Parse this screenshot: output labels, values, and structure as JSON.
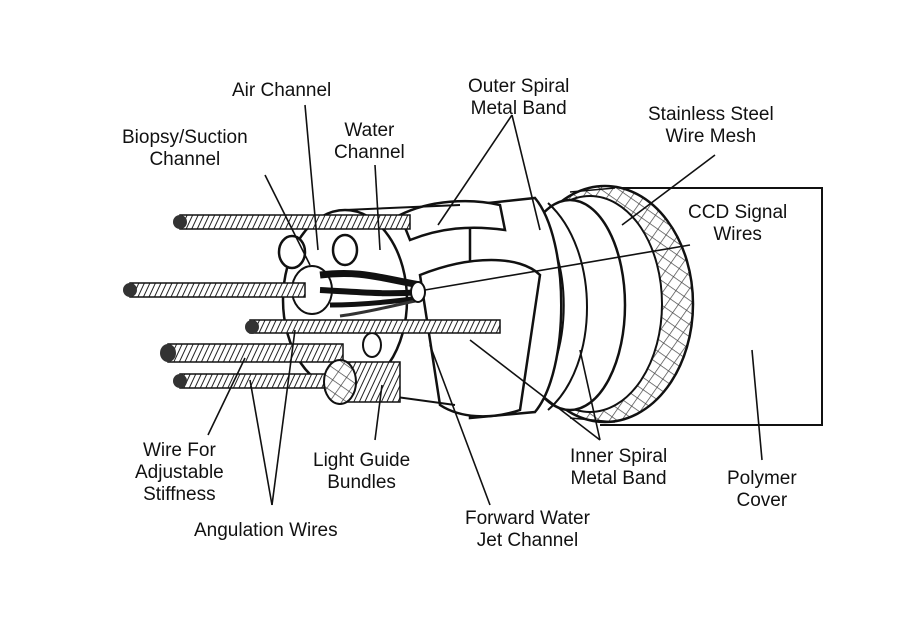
{
  "labels": {
    "air_channel": [
      "Air Channel"
    ],
    "outer_spiral": [
      "Outer Spiral",
      "Metal Band"
    ],
    "stainless": [
      "Stainless Steel",
      "Wire Mesh"
    ],
    "biopsy": [
      "Biopsy/Suction",
      "Channel"
    ],
    "water": [
      "Water",
      "Channel"
    ],
    "ccd": [
      "CCD Signal",
      "Wires"
    ],
    "stiffness": [
      "Wire For",
      "Adjustable",
      "Stiffness"
    ],
    "light_guide": [
      "Light Guide",
      "Bundles"
    ],
    "inner_spiral": [
      "Inner Spiral",
      "Metal Band"
    ],
    "polymer": [
      "Polymer",
      "Cover"
    ],
    "angulation": [
      "Angulation Wires"
    ],
    "forward_jet": [
      "Forward Water",
      "Jet Channel"
    ]
  },
  "colors": {
    "ink": "#111111",
    "paper": "#ffffff",
    "mesh": "#555555"
  }
}
